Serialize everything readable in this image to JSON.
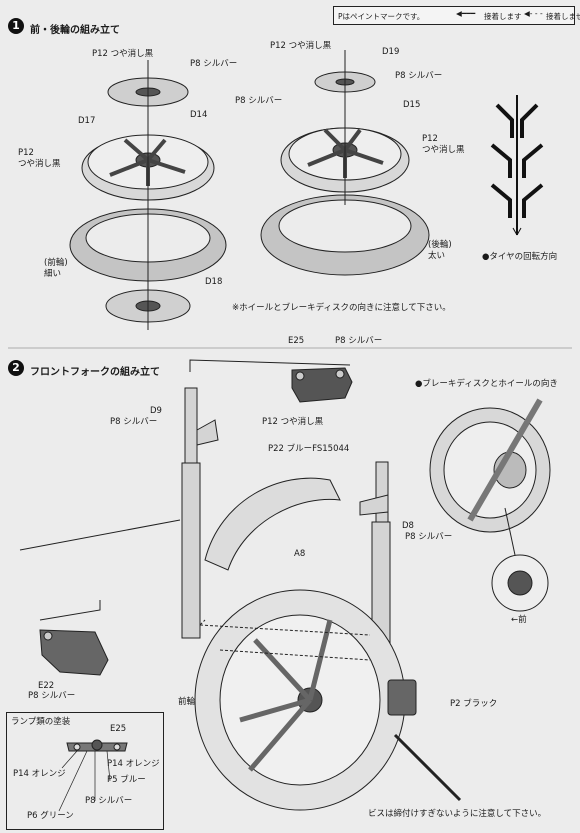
{
  "legend": {
    "paint_mark": "Pはペイントマークです。",
    "glued": "接着します",
    "not_glued": "接着しません"
  },
  "section1": {
    "number": "1",
    "title": "前・後輪の組み立て",
    "paint_p12_left": "P",
    "front_wheel_label": "(前輪)\n細い",
    "rear_wheel_label": "(後輪)\n太い",
    "tire_direction": "●タイヤの回転方向",
    "note": "※ホイールとブレーキディスクの向きに注意して下さい。",
    "labels": {
      "disc_front_paint": "P12 つや消し黒",
      "disc_front_paint_2": "P8 シルバー",
      "d17": "D17",
      "d14": "D14",
      "silver_center": "P8 シルバー",
      "matte_black_left": "P12\nつや消し黒",
      "d18": "D18",
      "rear_disc_black": "P12 つや消し黒",
      "d19": "D19",
      "rear_disc_silver": "P8 シルバー",
      "d15": "D15",
      "rear_matte_black": "P12\nつや消し黒"
    }
  },
  "section2": {
    "number": "2",
    "title": "フロントフォークの組み立て",
    "disc_wheel_direction": "●ブレーキディスクとホイールの向き",
    "front_arrow": "←前",
    "front_wheel": "前輪",
    "note": "ビスは締付けすぎないように注意して下さい。",
    "labels": {
      "e25": "E25",
      "e25_silver": "P8 シルバー",
      "e25_black": "P12 つや消し黒",
      "d9": "D9",
      "d9_silver": "P8 シルバー",
      "fender_blue": "P22 ブルーFS15044",
      "a8": "A8",
      "d8": "D8",
      "d8_silver": "P8 シルバー",
      "e22": "E22",
      "e22_silver": "P8 シルバー",
      "caliper_black": "P2 ブラック"
    }
  },
  "lamp": {
    "title": "ランプ類の塗装",
    "e25": "E25",
    "orange_left": "P14 オレンジ",
    "orange_right": "P14 オレンジ",
    "blue": "P5 ブルー",
    "silver": "P8 シルバー",
    "green": "P6 グリーン"
  }
}
